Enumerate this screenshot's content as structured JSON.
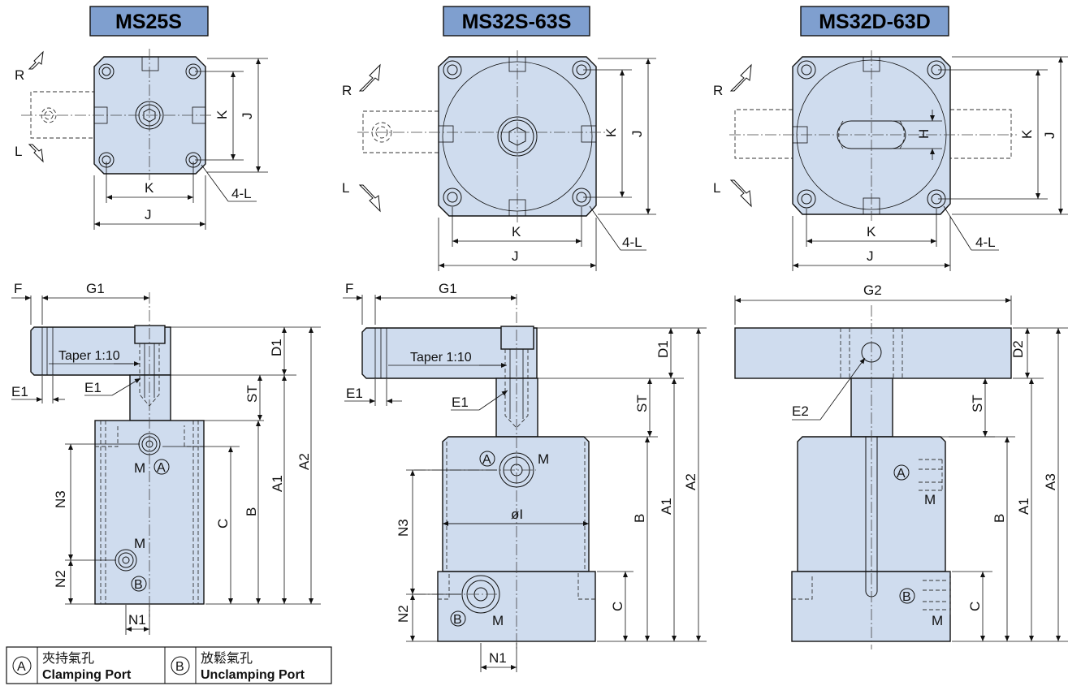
{
  "models": {
    "a": "MS25S",
    "b": "MS32S-63S",
    "c": "MS32D-63D"
  },
  "header_color": "#7f9fcf",
  "body_color": "#cfdcee",
  "labels": {
    "R": "R",
    "L": "L",
    "K": "K",
    "J": "J",
    "H": "H",
    "four_L": "4-L",
    "F": "F",
    "G1": "G1",
    "G2": "G2",
    "D1": "D1",
    "D2": "D2",
    "ST": "ST",
    "E1": "E1",
    "E2": "E2",
    "taper": "Taper 1:10",
    "A1": "A1",
    "A2": "A2",
    "A3": "A3",
    "B": "B",
    "C": "C",
    "N1": "N1",
    "N2": "N2",
    "N3": "N3",
    "M": "M",
    "phiI": "øI",
    "portA": "A",
    "portB": "B"
  },
  "legend": {
    "a_symbol": "A",
    "a_zh": "夾持氣孔",
    "a_en": "Clamping Port",
    "b_symbol": "B",
    "b_zh": "放鬆氣孔",
    "b_en": "Unclamping Port"
  }
}
